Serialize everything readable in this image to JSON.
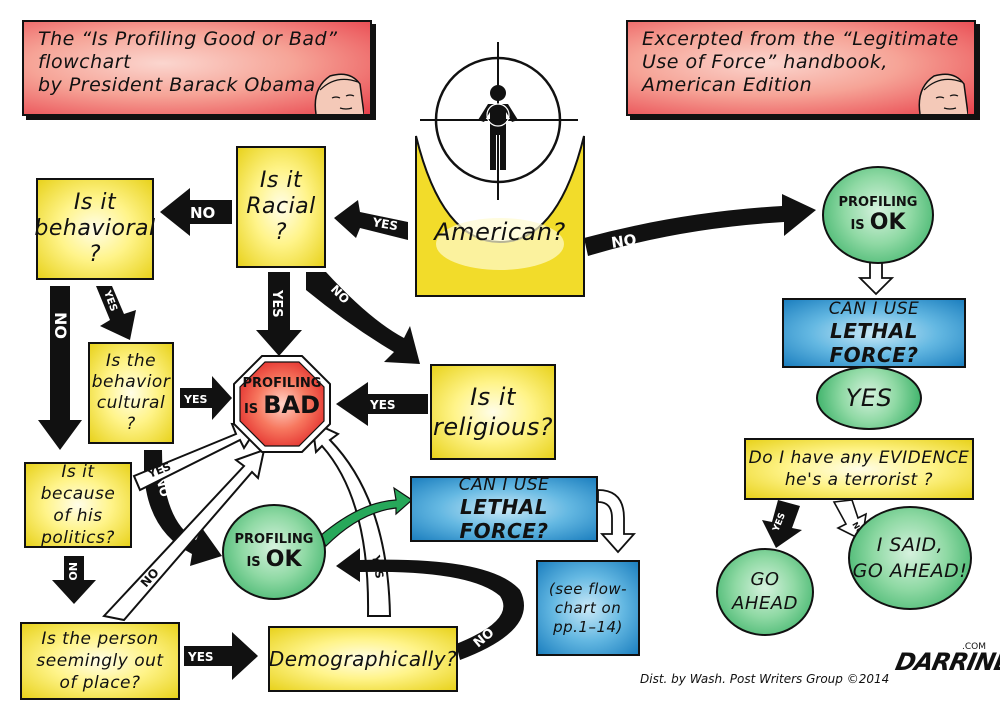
{
  "banners": {
    "left": {
      "line1": "The “Is Profiling Good or Bad” flowchart",
      "line2": "by President Barack Obama"
    },
    "right": {
      "line1": "Excerpted from the “Legitimate",
      "line2": "Use of Force” handbook,",
      "line3": "American Edition"
    }
  },
  "nodes": {
    "american": "American?",
    "racial": [
      "Is it",
      "Racial",
      "?"
    ],
    "behavioral": [
      "Is it",
      "behavioral",
      "?"
    ],
    "cultural": [
      "Is the",
      "behavior",
      "cultural",
      "?"
    ],
    "religious": [
      "Is it",
      "religious?"
    ],
    "politics": [
      "Is it because",
      "of his",
      "politics?"
    ],
    "out_of_place": [
      "Is the person",
      "seemingly out",
      "of place?"
    ],
    "demographically": "Demographically?",
    "bad": {
      "top": "PROFILING",
      "is": "IS",
      "word": "BAD"
    },
    "ok_center": {
      "top": "PROFILING",
      "is": "IS",
      "word": "OK"
    },
    "lethal_center": {
      "line1": "CAN I USE",
      "line2": "LETHAL FORCE?"
    },
    "see_flowchart": [
      "(see flow-",
      "chart on",
      "pp.1–14)"
    ],
    "ok_right": {
      "top": "PROFILING",
      "is": "IS",
      "word": "OK"
    },
    "lethal_right": {
      "line1": "CAN I USE",
      "line2": "LETHAL FORCE?"
    },
    "yes_circle": "YES",
    "evidence": [
      "Do I have any EVIDENCE",
      "he's a terrorist ?"
    ],
    "go_ahead": [
      "GO",
      "AHEAD"
    ],
    "said_go_ahead": [
      "I SAID,",
      "GO AHEAD!"
    ]
  },
  "arrows": {
    "american_to_racial": "YES",
    "american_to_ok": "NO",
    "racial_to_behavioral": "NO",
    "racial_to_bad": "YES",
    "racial_to_religious": "NO",
    "religious_to_bad": "YES",
    "behavioral_to_cultural": "YES",
    "behavioral_to_politics": "NO",
    "cultural_to_bad": "YES",
    "cultural_to_ok": "NO",
    "politics_to_bad": "YES",
    "politics_to_out_of_place": "NO",
    "out_of_place_to_bad": "NO",
    "out_of_place_to_demographically": "YES",
    "demographically_to_bad": "YES",
    "demographically_to_ok": "NO",
    "evidence_yes": "YES",
    "evidence_no": "NO"
  },
  "footer": {
    "credit": "Dist. by Wash. Post Writers Group ©2014",
    "signature": "DARRINBELL",
    "signature_suffix": ".COM"
  },
  "colors": {
    "yellow": "#f2dc2a",
    "red": "#e8404a",
    "green": "#27a85a",
    "blue": "#1c7fbf",
    "ink": "#111111"
  }
}
